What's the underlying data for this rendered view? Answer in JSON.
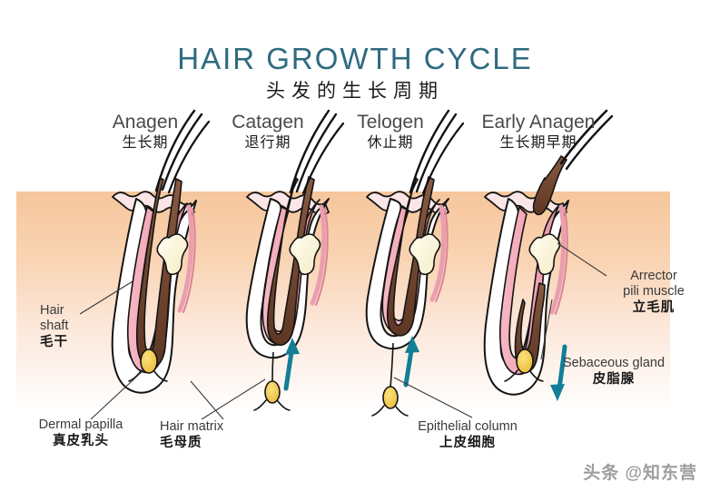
{
  "title": {
    "english": "HAIR GROWTH CYCLE",
    "chinese": "头发的生长周期",
    "color": "#2e6b80"
  },
  "stages": [
    {
      "en": "Anagen",
      "cn": "生长期",
      "phase": "growth"
    },
    {
      "en": "Catagen",
      "cn": "退行期",
      "phase": "regression"
    },
    {
      "en": "Telogen",
      "cn": "休止期",
      "phase": "resting"
    },
    {
      "en": "Early Anagen",
      "cn": "生长期早期",
      "phase": "early-growth"
    }
  ],
  "annotations": [
    {
      "id": "hair-shaft",
      "en": "Hair shaft",
      "en_line1": "Hair",
      "en_line2": "shaft",
      "cn": "毛干"
    },
    {
      "id": "dermal-papilla",
      "en": "Dermal papilla",
      "en_line1": "Dermal papilla",
      "en_line2": "",
      "cn": "真皮乳头"
    },
    {
      "id": "hair-matrix",
      "en": "Hair matrix",
      "en_line1": "Hair matrix",
      "en_line2": "",
      "cn": "毛母质"
    },
    {
      "id": "epithelial-column",
      "en": "Epithelial column",
      "en_line1": "Epithelial column",
      "en_line2": "",
      "cn": "上皮细胞"
    },
    {
      "id": "arrector-pili",
      "en": "Arrector pili muscle",
      "en_line1": "Arrector",
      "en_line2": "pili muscle",
      "cn": "立毛肌"
    },
    {
      "id": "sebaceous-gland",
      "en": "Sebaceous gland",
      "en_line1": "Sebaceous gland",
      "en_line2": "",
      "cn": "皮脂腺"
    }
  ],
  "watermark": "头条 @知东营",
  "colors": {
    "title": "#2e6b80",
    "skin_top": "#f6c49a",
    "skin_bottom": "#ffffff",
    "hair_shaft": "#6b4430",
    "inner_sheath": "#f2a7b4",
    "outer_sheath": "#ffffff",
    "sebaceous_gland": "#fdf6d8",
    "papilla": "#f4cf56",
    "arrow": "#127f96",
    "outline": "#1a1a1a"
  },
  "arrows": [
    {
      "id": "catagen-arrow",
      "direction": "up",
      "color": "#127f96"
    },
    {
      "id": "telogen-arrow",
      "direction": "up",
      "color": "#127f96"
    },
    {
      "id": "early-anagen-arrow",
      "direction": "down",
      "color": "#127f96"
    }
  ]
}
